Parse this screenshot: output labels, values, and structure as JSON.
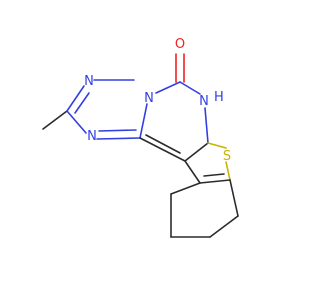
{
  "molecule": {
    "atom_labels": {
      "oxygen": "O",
      "nitrogen_a": "N",
      "nitrogen_b": "N",
      "nitrogen_c": "N",
      "nitrogen_nh": "N",
      "hydrogen_nh": "H",
      "sulfur": "S"
    },
    "colors": {
      "carbon_bond": "#2b2b2b",
      "nitrogen": "#3340e0",
      "oxygen": "#ee2222",
      "sulfur": "#c8b400",
      "background": "#ffffff"
    }
  }
}
